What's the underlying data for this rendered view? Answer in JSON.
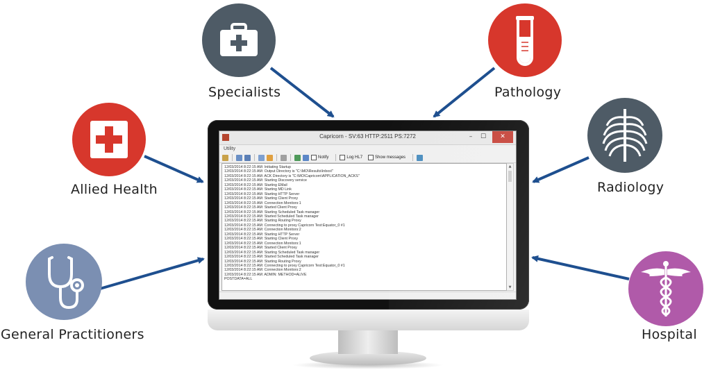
{
  "nodes": [
    {
      "label": "Specialists",
      "icon": "medical-kit-icon",
      "color": "#4e5b66"
    },
    {
      "label": "Pathology",
      "icon": "test-tube-icon",
      "color": "#d7372c"
    },
    {
      "label": "Allied Health",
      "icon": "red-cross-icon",
      "color": "#d7372c"
    },
    {
      "label": "Radiology",
      "icon": "rib-cage-icon",
      "color": "#4e5b66"
    },
    {
      "label": "General Practitioners",
      "icon": "stethoscope-icon",
      "color": "#7b8fb2"
    },
    {
      "label": "Hospital",
      "icon": "caduceus-icon",
      "color": "#b05aa9"
    }
  ],
  "arrow_color": "#1e4f8f",
  "app": {
    "title": "Capricorn -  SV:63 HTTP:2511 PS:7272",
    "menu": "Utility",
    "checkboxes": [
      "Notify",
      "Log HL7",
      "Show messages"
    ],
    "controls": {
      "minimize": "–",
      "maximize": "☐",
      "close": "✕"
    },
    "log": [
      "12/03/2014 8:22:15 AM:  Initiating Startup",
      "12/03/2014 8:22:15 AM:  Output Directory is \"C:\\MO\\Results\\Inbox\\\"",
      "12/03/2014 8:22:15 AM:  ACK Directory is \"C:\\MO\\Capricorn\\APPLICATION_ACKS\"",
      "12/03/2014 8:22:15 AM:  Starting Discovery service",
      "12/03/2014 8:22:15 AM:  Starting EMail",
      "12/03/2014 8:22:15 AM:  Starting MD Link",
      "12/03/2014 8:22:15 AM:  Starting HTTP Server",
      "12/03/2014 8:22:15 AM:  Starting Client Proxy",
      "12/03/2014 8:22:15 AM:  Connection Monitors:1",
      "12/03/2014 8:22:15 AM:  Started Client Proxy",
      "12/03/2014 8:22:15 AM:  Starting Scheduled Task manager",
      "12/03/2014 8:22:15 AM:  Started Scheduled Task manager",
      "12/03/2014 8:22:15 AM:  Starting Routing Proxy",
      "12/03/2014 8:22:15 AM:  Connecting to proxy Capricorn Test:Equator_0 #1",
      "12/03/2014 8:22:15 AM:  Connection Monitors:2",
      "12/03/2014 8:22:15 AM:  Starting HTTP Server",
      "12/03/2014 8:22:15 AM:  Starting Client Proxy",
      "12/03/2014 8:22:15 AM:  Connection Monitors:1",
      "12/03/2014 8:22:15 AM:  Started Client Proxy",
      "12/03/2014 8:22:15 AM:  Starting Scheduled Task manager",
      "12/03/2014 8:22:15 AM:  Started Scheduled Task manager",
      "12/03/2014 8:22:15 AM:  Starting Routing Proxy",
      "12/03/2014 8:22:15 AM:  Connecting to proxy Capricorn Test:Equator_0 #1",
      "12/03/2014 8:22:15 AM:  Connection Monitors:2",
      "12/03/2014 8:22:15 AM:  ADMIN: METHOD=ALIVE",
      "POSTDATA=ALL"
    ]
  }
}
